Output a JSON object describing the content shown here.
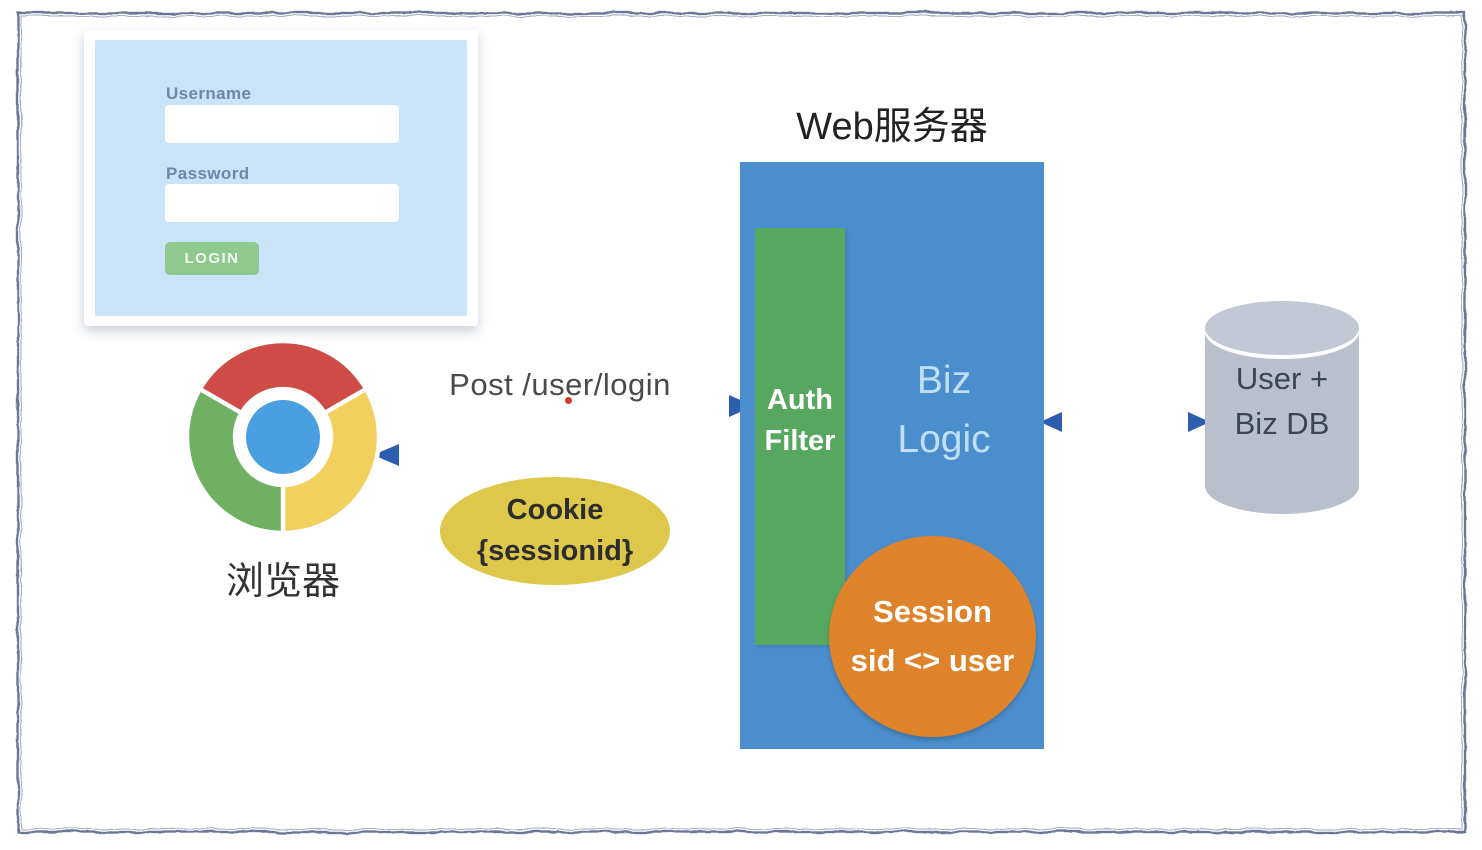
{
  "colors": {
    "frame_border": "#6b7896",
    "login_panel_bg": "#c9e3f9",
    "login_button_green": "#8fc98e",
    "server_blue": "#4b8ecd",
    "auth_filter_green": "#57a761",
    "session_orange": "#de8329",
    "cookie_yellow": "#ddc84b",
    "database_gray": "#b9c0cc",
    "arrow_blue": "#3d6fb7",
    "chrome_red": "#cf4b45",
    "chrome_yellow": "#f2d05e",
    "chrome_green": "#6fb062",
    "chrome_blue": "#4a9fe0"
  },
  "login_form": {
    "username_label": "Username",
    "username_value": "",
    "password_label": "Password",
    "password_value": "",
    "login_button_label": "LOGIN"
  },
  "browser": {
    "caption": "浏览器"
  },
  "request_arrow": {
    "label": "Post /user/login"
  },
  "cookie_bubble": {
    "line1": "Cookie",
    "line2": "{sessionid}"
  },
  "web_server": {
    "title": "Web服务器",
    "auth_filter": {
      "line1": "Auth",
      "line2": "Filter"
    },
    "biz_logic": {
      "line1": "Biz",
      "line2": "Logic"
    },
    "session_store": {
      "line1": "Session",
      "line2": "sid <> user"
    }
  },
  "database": {
    "line1": "User +",
    "line2": "Biz DB"
  }
}
